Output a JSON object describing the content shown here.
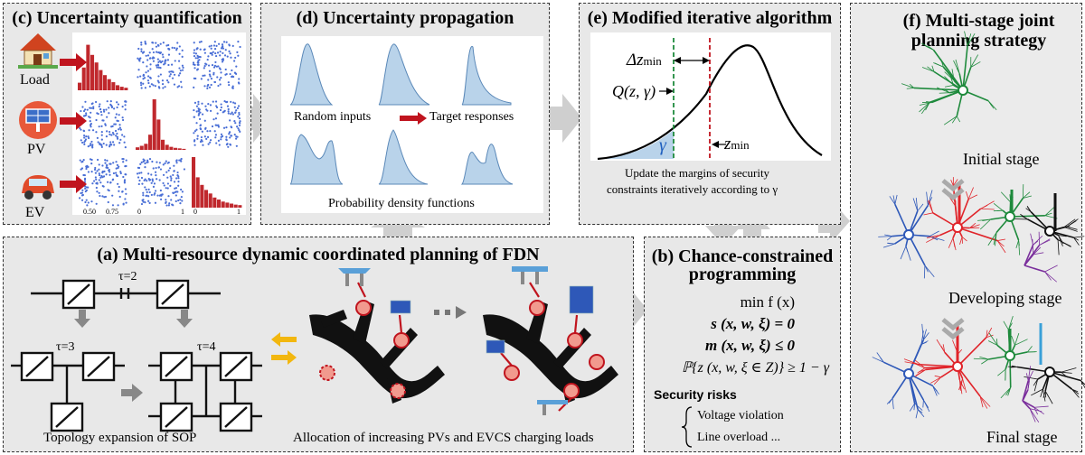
{
  "panel_c": {
    "title": "(c) Uncertainty quantification",
    "icons": [
      "Load",
      "PV",
      "EV"
    ],
    "ticks": [
      "0.50",
      "0.75",
      "0",
      "1",
      "0",
      "1"
    ]
  },
  "panel_d": {
    "title": "(d) Uncertainty propagation",
    "random_inputs": "Random inputs",
    "target_responses": "Target responses",
    "pdf_label": "Probability density functions"
  },
  "panel_e": {
    "title": "(e) Modified iterative algorithm",
    "delta_z": "Δz",
    "delta_z_sub": "min",
    "q_label": "Q(z, γ)",
    "gamma": "γ",
    "z_min": "z",
    "z_min_sub": "min",
    "caption_line1": "Update the margins of security",
    "caption_line2": "constraints iteratively according to γ"
  },
  "panel_f": {
    "title_line1": "(f) Multi-stage joint",
    "title_line2": "planning strategy",
    "stages": [
      "Initial stage",
      "Developing stage",
      "Final stage"
    ]
  },
  "panel_a": {
    "title": "(a) Multi-resource dynamic coordinated planning of FDN",
    "tau2": "τ=2",
    "tau3": "τ=3",
    "tau4": "τ=4",
    "sop_caption": "Topology expansion of SOP",
    "alloc_caption": "Allocation of increasing PVs and EVCS charging loads"
  },
  "panel_b": {
    "title_line1": "(b) Chance-constrained",
    "title_line2": "programming",
    "eq1": "min f (x)",
    "eq2": "s (x, w, ξ) = 0",
    "eq3": "m (x, w, ξ) ≤ 0",
    "eq4": "ℙ{z (x, w, ξ ∈ Z)} ≥ 1 − γ",
    "risks_title": "Security risks",
    "risk1": "Voltage violation",
    "risk2": "Line overload ..."
  },
  "colors": {
    "panel_bg": "#e8e8e8",
    "arrow_gray": "#c8c8c8",
    "hist_red": "#c0282d",
    "scatter_blue": "#4a6fd6",
    "pdf_blue": "#b9d3ea",
    "network_green": "#1e8a3c",
    "network_red": "#e0242a",
    "network_blue": "#2e58b8",
    "network_cyan": "#3aa0d8",
    "network_purple": "#7a2e9c",
    "yellow_arrow": "#f2b70f"
  }
}
